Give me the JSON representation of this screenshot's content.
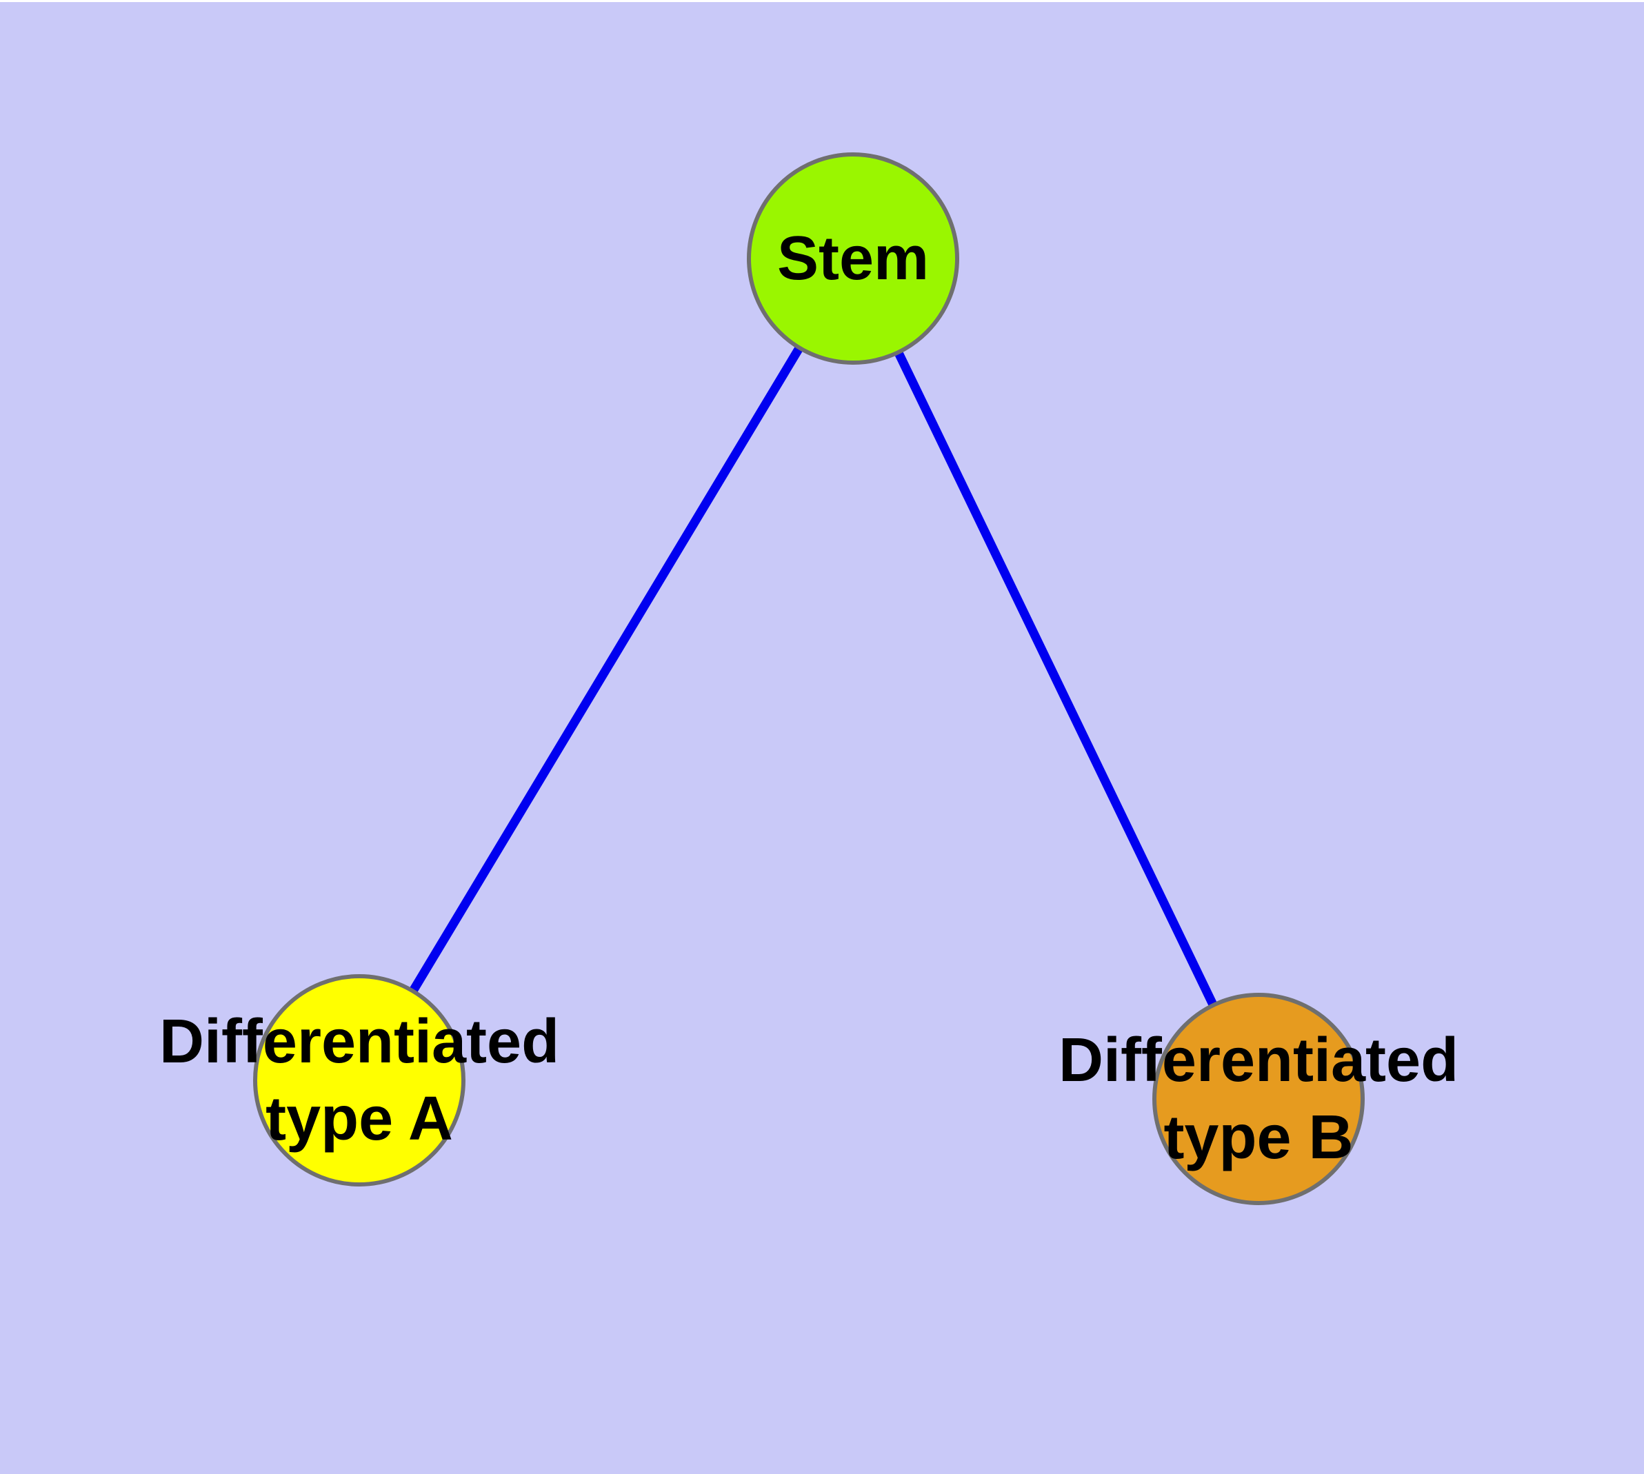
{
  "figure": {
    "background": "#c9c9f8",
    "top_margin_color": "#ffffff",
    "edge_color": "#0000f0",
    "node_border_color": "#6f6f6f",
    "label_color": "#000000"
  },
  "nodes": [
    {
      "id": "stem",
      "label": "Stem",
      "fill": "#9af600"
    },
    {
      "id": "diff-a",
      "label": "Differentiated\ntype A",
      "fill": "#ffff00"
    },
    {
      "id": "diff-b",
      "label": "Differentiated\ntype B",
      "fill": "#e69b1f"
    }
  ],
  "edges": [
    {
      "from": "stem",
      "to": "diff-a"
    },
    {
      "from": "stem",
      "to": "diff-b"
    }
  ]
}
